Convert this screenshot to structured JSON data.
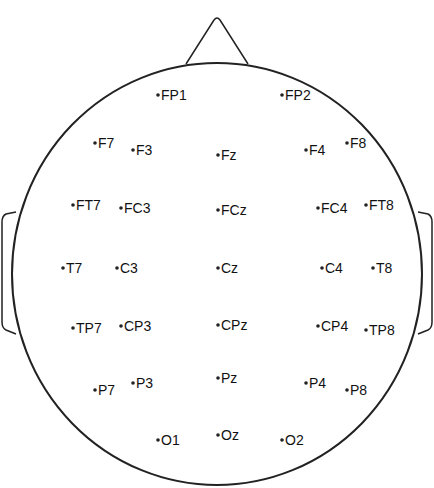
{
  "diagram": {
    "labels": [
      "FP1",
      "FP2",
      "F7",
      "F3",
      "Fz",
      "F4",
      "F8",
      "FT7",
      "FC3",
      "FCz",
      "FC4",
      "FT8",
      "T7",
      "C3",
      "Cz",
      "C4",
      "T8",
      "TP7",
      "CP3",
      "CPz",
      "CP4",
      "TP8",
      "P7",
      "P3",
      "Pz",
      "P4",
      "P8",
      "O1",
      "Oz",
      "O2"
    ]
  }
}
